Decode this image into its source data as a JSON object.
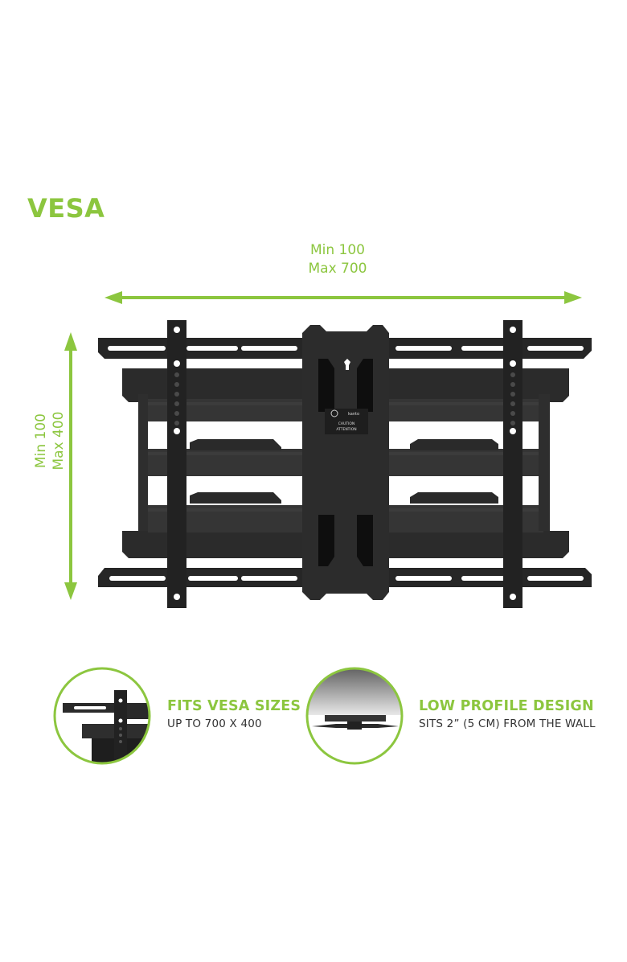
{
  "title": "VESA",
  "colors": {
    "accent": "#8cc63f",
    "mount": "#2a2a2a",
    "mount_shadow": "#1a1a1a",
    "background": "#ffffff",
    "subtext": "#333333"
  },
  "dimensions": {
    "horizontal": {
      "min_label": "Min 100",
      "max_label": "Max 700"
    },
    "vertical": {
      "min_label": "Min 100",
      "max_label": "Max 400"
    }
  },
  "product_label": {
    "brand": "kanto",
    "caution": "CAUTION",
    "attention": "ATTENTION"
  },
  "features": [
    {
      "icon": "vesa-bracket-closeup-icon",
      "title": "FITS VESA SIZES",
      "subtitle": "UP TO 700 X 400"
    },
    {
      "icon": "low-profile-side-view-icon",
      "title": "LOW PROFILE DESIGN",
      "subtitle": "SITS 2” (5 CM) FROM THE WALL"
    }
  ]
}
